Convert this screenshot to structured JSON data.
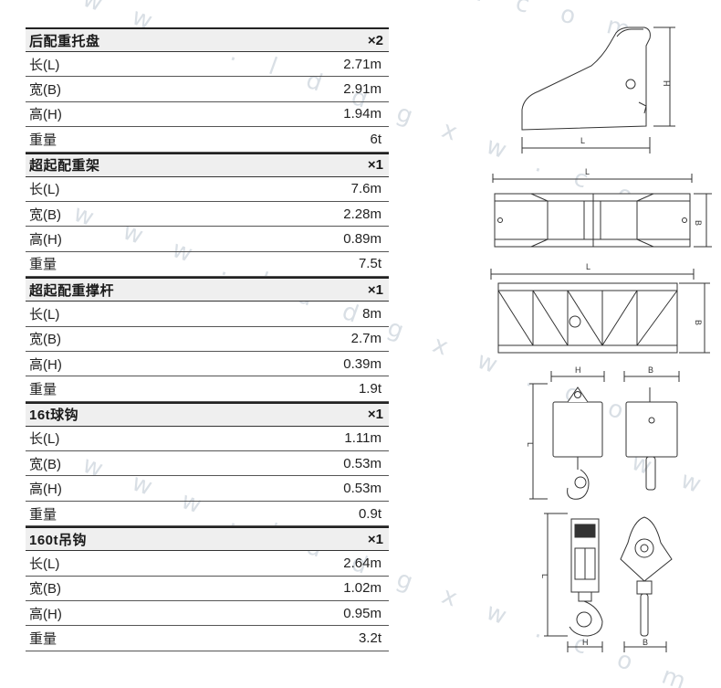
{
  "sections": [
    {
      "title": "后配重托盘",
      "qty": "×2",
      "rows": [
        {
          "label": "长(L)",
          "value": "2.71m"
        },
        {
          "label": "宽(B)",
          "value": "2.91m"
        },
        {
          "label": "高(H)",
          "value": "1.94m"
        },
        {
          "label": "重量",
          "value": "6t"
        }
      ]
    },
    {
      "title": "超起配重架",
      "qty": "×1",
      "rows": [
        {
          "label": "长(L)",
          "value": "7.6m"
        },
        {
          "label": "宽(B)",
          "value": "2.28m"
        },
        {
          "label": "高(H)",
          "value": "0.89m"
        },
        {
          "label": "重量",
          "value": "7.5t"
        }
      ]
    },
    {
      "title": "超起配重撑杆",
      "qty": "×1",
      "rows": [
        {
          "label": "长(L)",
          "value": "8m"
        },
        {
          "label": "宽(B)",
          "value": "2.7m"
        },
        {
          "label": "高(H)",
          "value": "0.39m"
        },
        {
          "label": "重量",
          "value": "1.9t"
        }
      ]
    },
    {
      "title": "16t球钩",
      "qty": "×1",
      "rows": [
        {
          "label": "长(L)",
          "value": "1.11m"
        },
        {
          "label": "宽(B)",
          "value": "0.53m"
        },
        {
          "label": "高(H)",
          "value": "0.53m"
        },
        {
          "label": "重量",
          "value": "0.9t"
        }
      ]
    },
    {
      "title": "160t吊钩",
      "qty": "×1",
      "rows": [
        {
          "label": "长(L)",
          "value": "2.64m"
        },
        {
          "label": "宽(B)",
          "value": "1.02m"
        },
        {
          "label": "高(H)",
          "value": "0.95m"
        },
        {
          "label": "重量",
          "value": "3.2t"
        }
      ]
    }
  ],
  "dims": {
    "tray": {
      "l": "L",
      "h": "H"
    },
    "frame": {
      "l": "L",
      "b": "B"
    },
    "strut": {
      "l": "L",
      "b": "B"
    },
    "ball_hook": {
      "h": "H",
      "b": "B",
      "l": "L"
    },
    "big_hook": {
      "l": "L",
      "h": "H",
      "b": "B"
    }
  },
  "watermark": {
    "text_a": "w w w . l d d g x w . c o m",
    "text_b": "g x w . c o m",
    "text_c": "w w w . l d"
  }
}
